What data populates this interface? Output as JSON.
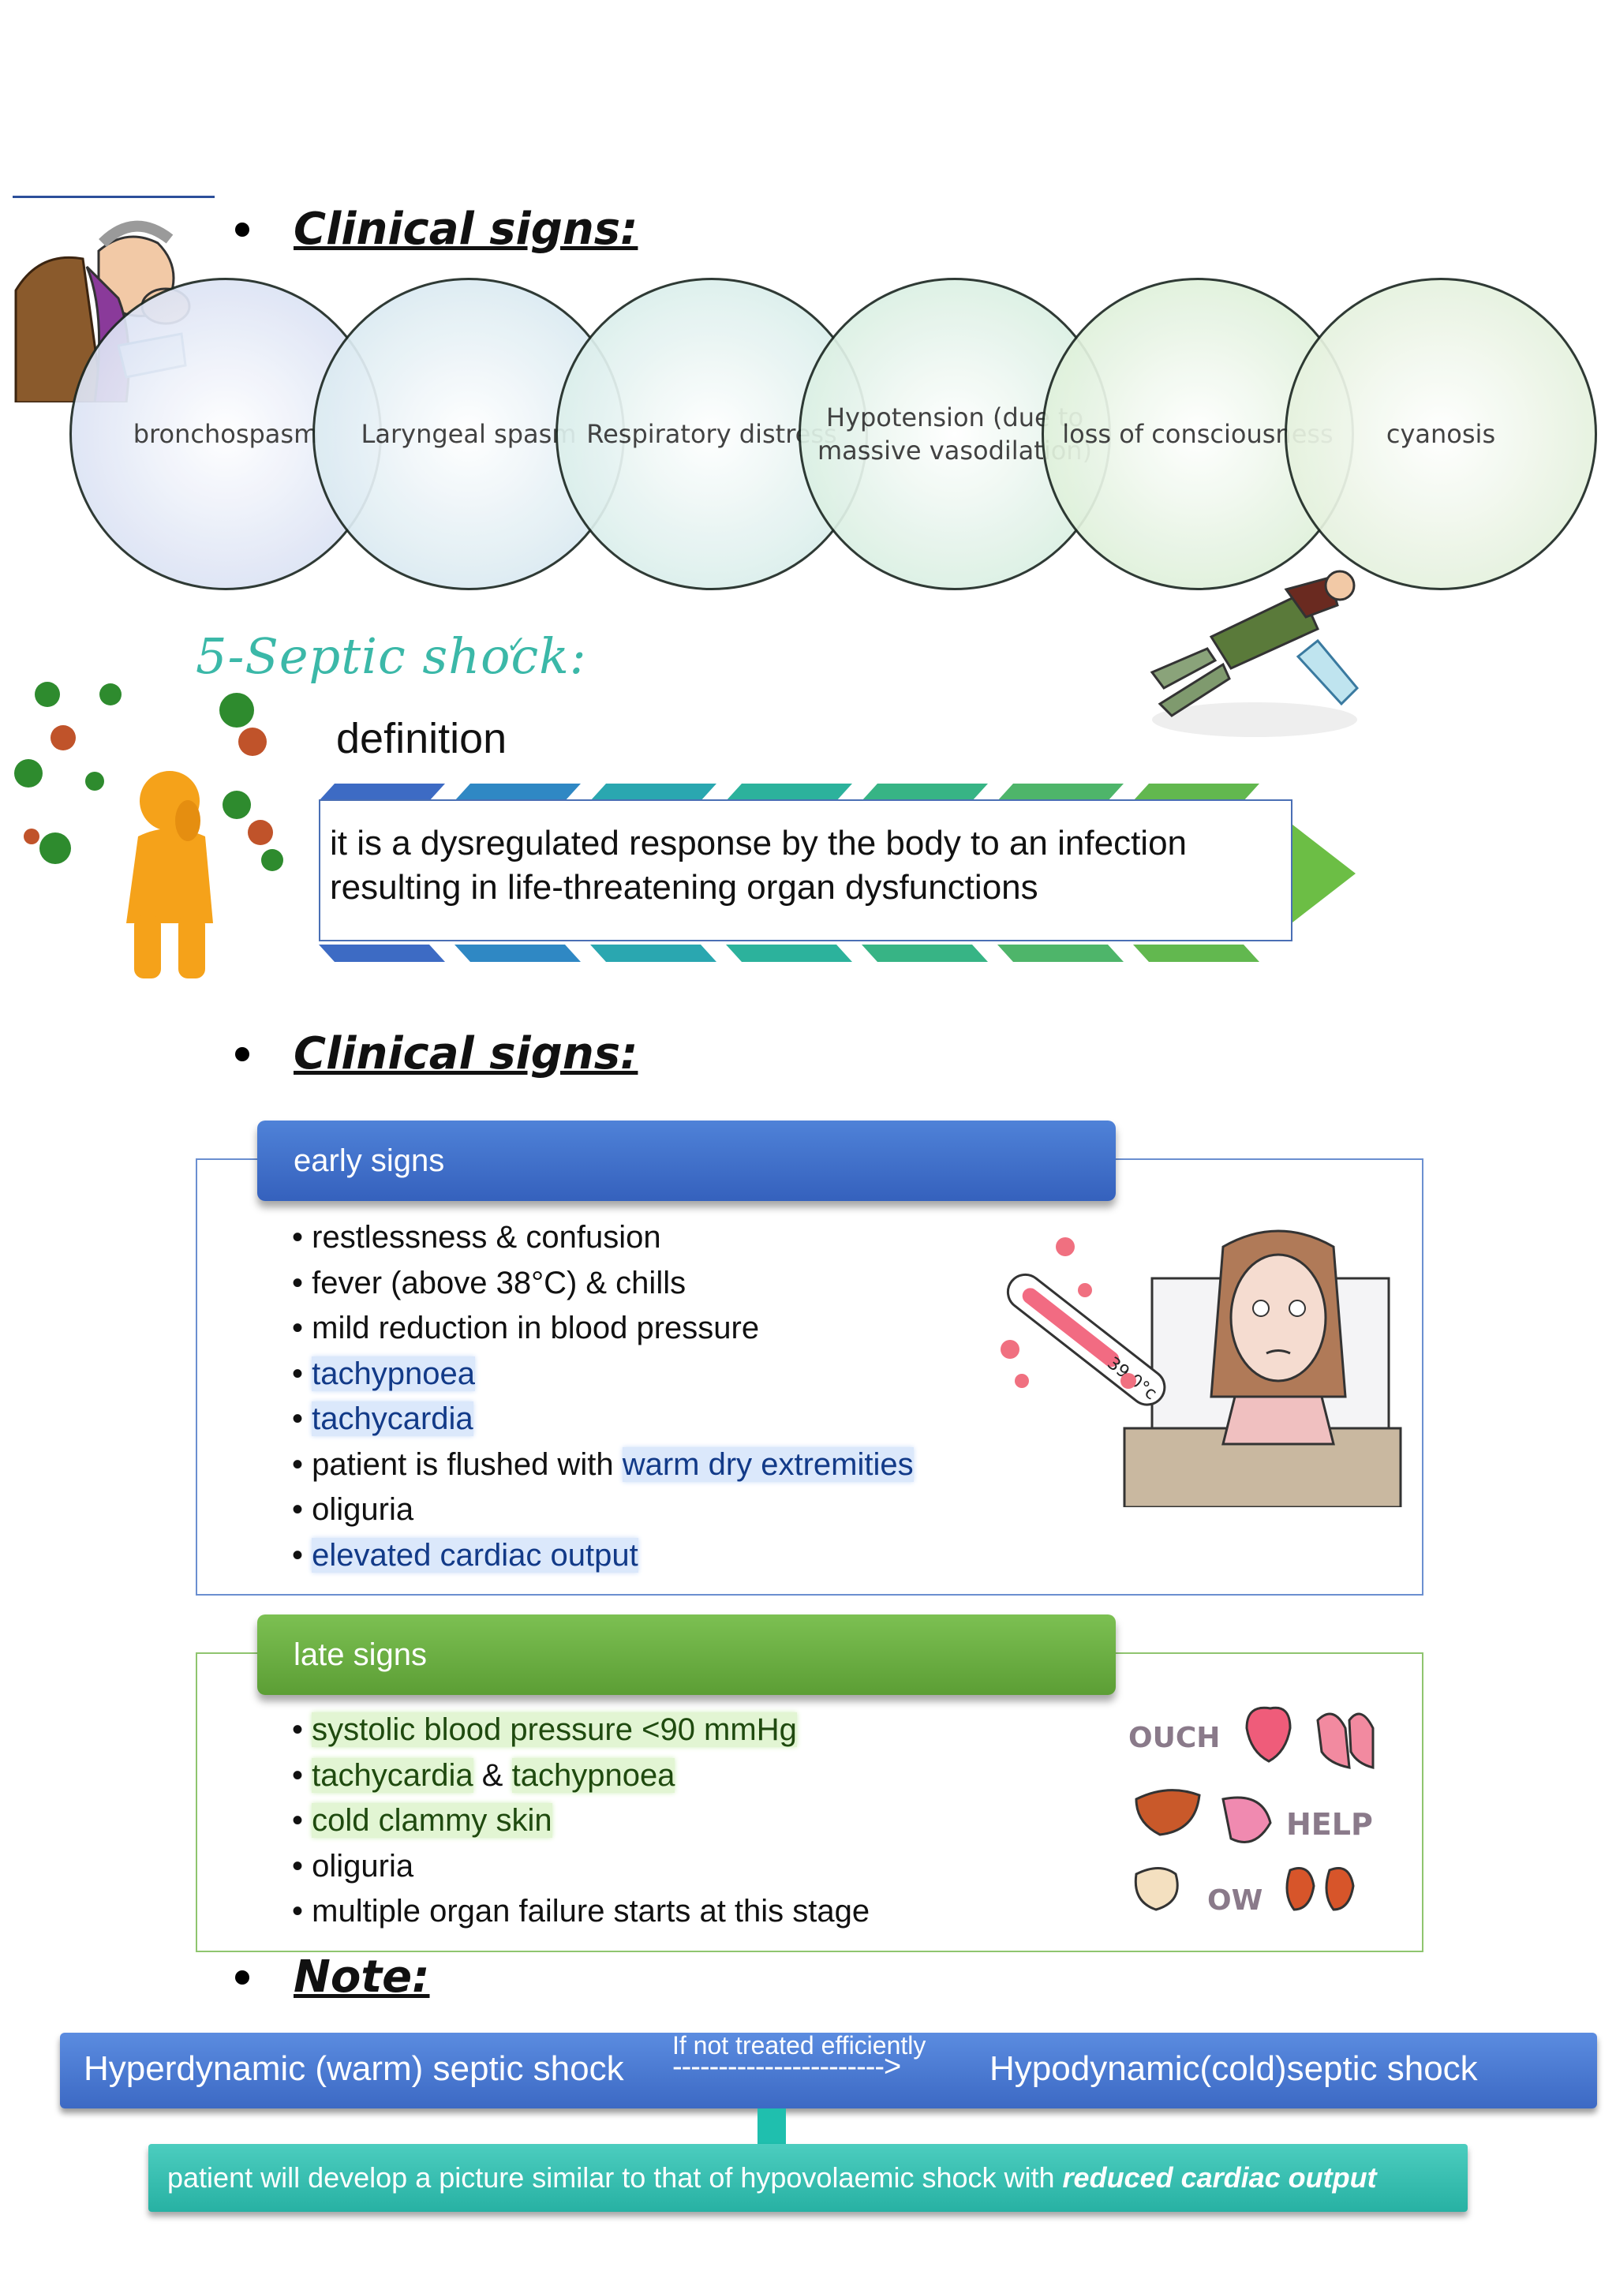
{
  "clinical_signs_heading": "Clinical signs:",
  "circles": [
    {
      "label": "bronchospasm",
      "color": "#dde4f5"
    },
    {
      "label": "Laryngeal spasm",
      "color": "#dcebf2"
    },
    {
      "label": "Respiratory distress",
      "color": "#dcefec"
    },
    {
      "label": "Hypotension (due to massive vasodilation)",
      "color": "#dcf0e4"
    },
    {
      "label": "loss of consciousness",
      "color": "#e0f1dc"
    },
    {
      "label": "cyanosis",
      "color": "#e6f2df"
    }
  ],
  "septic": {
    "title": "5-Septic shock:",
    "definition_label": "definition",
    "definition_text_1": "it is a dysregulated response by the body to an infection",
    "definition_text_2": "resulting in life-threatening organ dysfunctions"
  },
  "clinical_signs_heading_2": "Clinical signs:",
  "early": {
    "header": "early signs",
    "items": [
      {
        "text": "restlessness & confusion"
      },
      {
        "text": "fever (above 38°C) & chills"
      },
      {
        "text": "mild reduction in blood pressure"
      },
      {
        "text": "tachypnoea"
      },
      {
        "text": "tachycardia"
      },
      {
        "prefix": "patient is flushed with ",
        "text": "warm dry extremities"
      },
      {
        "text": "oliguria"
      },
      {
        "text": "elevated cardiac output"
      }
    ],
    "thermometer_reading": "39.0°c"
  },
  "late": {
    "header": "late signs",
    "items": [
      {
        "text": "systolic blood pressure <90 mmHg"
      },
      {
        "a": "tachycardia",
        "mid": " & ",
        "b": "tachypnoea"
      },
      {
        "text": "cold clammy skin"
      },
      {
        "text": "oliguria"
      },
      {
        "text": "multiple organ failure starts at this stage"
      }
    ],
    "sticker_words": [
      "OUCH",
      "HELP",
      "OW"
    ]
  },
  "note": {
    "heading": "Note:",
    "left": "Hyperdynamic (warm) septic shock",
    "condition": "If not treated efficiently",
    "arrow": "----------------------->",
    "right": "Hypodynamic(cold)septic shock",
    "result_text": "patient will develop a picture similar to that of hypovolaemic shock with",
    "result_emphasis": "reduced cardiac output"
  },
  "colors": {
    "early_header": "#3c6ec6",
    "late_header": "#6aad3f",
    "chevrons": [
      "#3d6bc4",
      "#2f88c4",
      "#2aa7b0",
      "#2cb29c",
      "#37b485",
      "#4eb56a",
      "#62b84f"
    ]
  }
}
